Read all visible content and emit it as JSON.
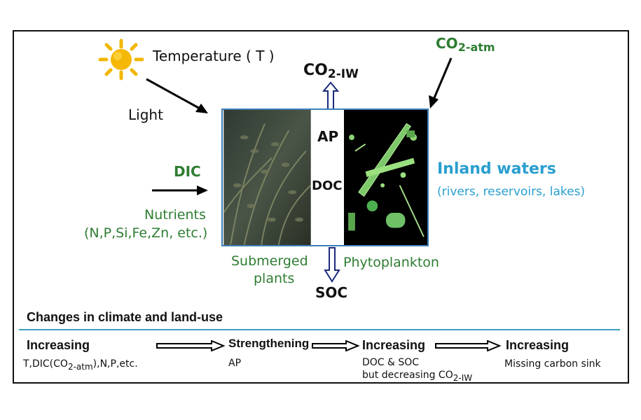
{
  "colors": {
    "green": "#2e7d32",
    "blue": "#2a9fd0",
    "border": "#3d7fb8"
  },
  "labels": {
    "temperature": "Temperature ( T )",
    "light": "Light",
    "dic": "DIC",
    "nutrients_line1": "Nutrients",
    "nutrients_line2": "(N,P,Si,Fe,Zn, etc.)",
    "co2_iw_base": "CO",
    "co2_iw_sub": "2-IW",
    "co2_atm_base": "CO",
    "co2_atm_sub": "2-atm",
    "ap": "AP",
    "doc": "DOC",
    "soc": "SOC",
    "inland_waters": "Inland waters",
    "inland_waters_sub": "(rivers, reservoirs, lakes)",
    "submerged_line1": "Submerged",
    "submerged_line2": "plants",
    "phytoplankton": "Phytoplankton"
  },
  "bottom": {
    "title": "Changes in climate and land-use",
    "steps": [
      {
        "heading": "Increasing",
        "detail_parts": [
          "T,DIC(CO",
          "2-atm",
          "),N,P,etc."
        ]
      },
      {
        "heading": "Strengthening",
        "detail": "AP"
      },
      {
        "heading": "Increasing",
        "detail_line1": "DOC & SOC",
        "detail_line2_base": "but decreasing CO",
        "detail_line2_sub": "2-IW"
      },
      {
        "heading": "Increasing",
        "detail": "Missing carbon sink"
      }
    ]
  },
  "icons": [
    "sun-icon"
  ]
}
